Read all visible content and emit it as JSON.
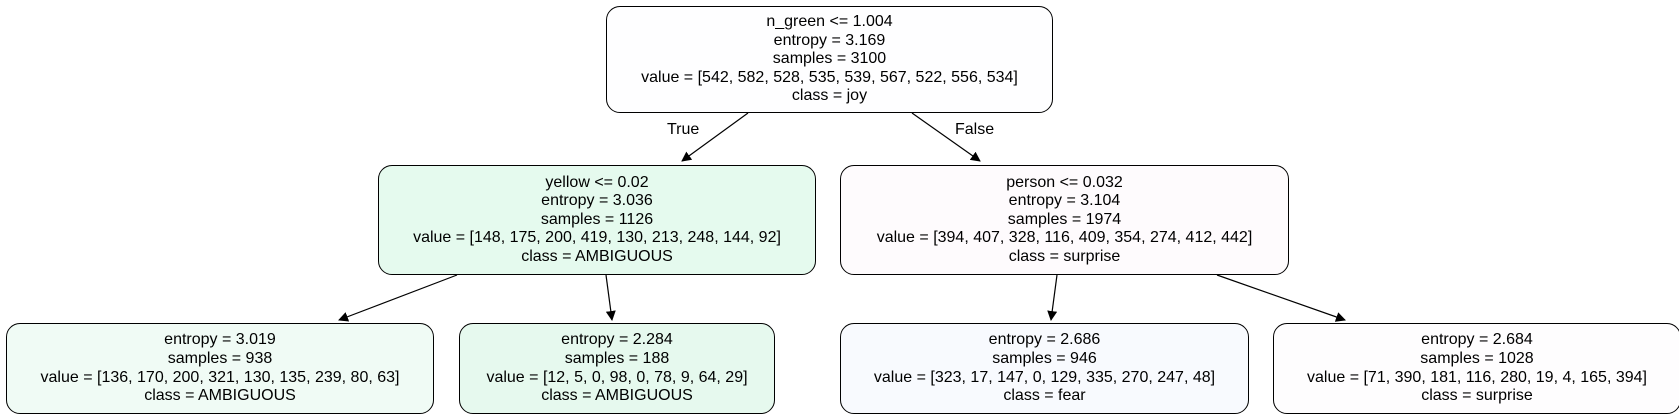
{
  "nodes": [
    {
      "id": "root",
      "lines": [
        "n_green <= 1.004",
        "entropy = 3.169",
        "samples = 3100",
        "value = [542, 582, 528, 535, 539, 567, 522, 556, 534]",
        "class = joy"
      ],
      "fill": "#fefeff"
    },
    {
      "id": "left",
      "lines": [
        "yellow <= 0.02",
        "entropy = 3.036",
        "samples = 1126",
        "value = [148, 175, 200, 419, 130, 213, 248, 144, 92]",
        "class = AMBIGUOUS"
      ],
      "fill": "#e5faee"
    },
    {
      "id": "right",
      "lines": [
        "person <= 0.032",
        "entropy = 3.104",
        "samples = 1974",
        "value = [394, 407, 328, 116, 409, 354, 274, 412, 442]",
        "class = surprise"
      ],
      "fill": "#fefbfd"
    },
    {
      "id": "left-left",
      "lines": [
        "entropy = 3.019",
        "samples = 938",
        "value = [136, 170, 200, 321, 130, 135, 239, 80, 63]",
        "class = AMBIGUOUS"
      ],
      "fill": "#f0fbf5"
    },
    {
      "id": "left-right",
      "lines": [
        "entropy = 2.284",
        "samples = 188",
        "value = [12, 5, 0, 98, 0, 78, 9, 64, 29]",
        "class = AMBIGUOUS"
      ],
      "fill": "#e6f9ee"
    },
    {
      "id": "right-left",
      "lines": [
        "entropy = 2.686",
        "samples = 946",
        "value = [323, 17, 147, 0, 129, 335, 270, 247, 48]",
        "class = fear"
      ],
      "fill": "#f8fafe"
    },
    {
      "id": "right-right",
      "lines": [
        "entropy = 2.684",
        "samples = 1028",
        "value = [71, 390, 181, 116, 280, 19, 4, 165, 394]",
        "class = surprise"
      ],
      "fill": "#fefdfe"
    }
  ],
  "edges": [
    {
      "from": "root",
      "to": "left",
      "label": "True"
    },
    {
      "from": "root",
      "to": "right",
      "label": "False"
    },
    {
      "from": "left",
      "to": "left-left",
      "label": ""
    },
    {
      "from": "left",
      "to": "left-right",
      "label": ""
    },
    {
      "from": "right",
      "to": "right-left",
      "label": ""
    },
    {
      "from": "right",
      "to": "right-right",
      "label": ""
    }
  ],
  "colors": {
    "stroke": "#000000",
    "text": "#000000"
  }
}
